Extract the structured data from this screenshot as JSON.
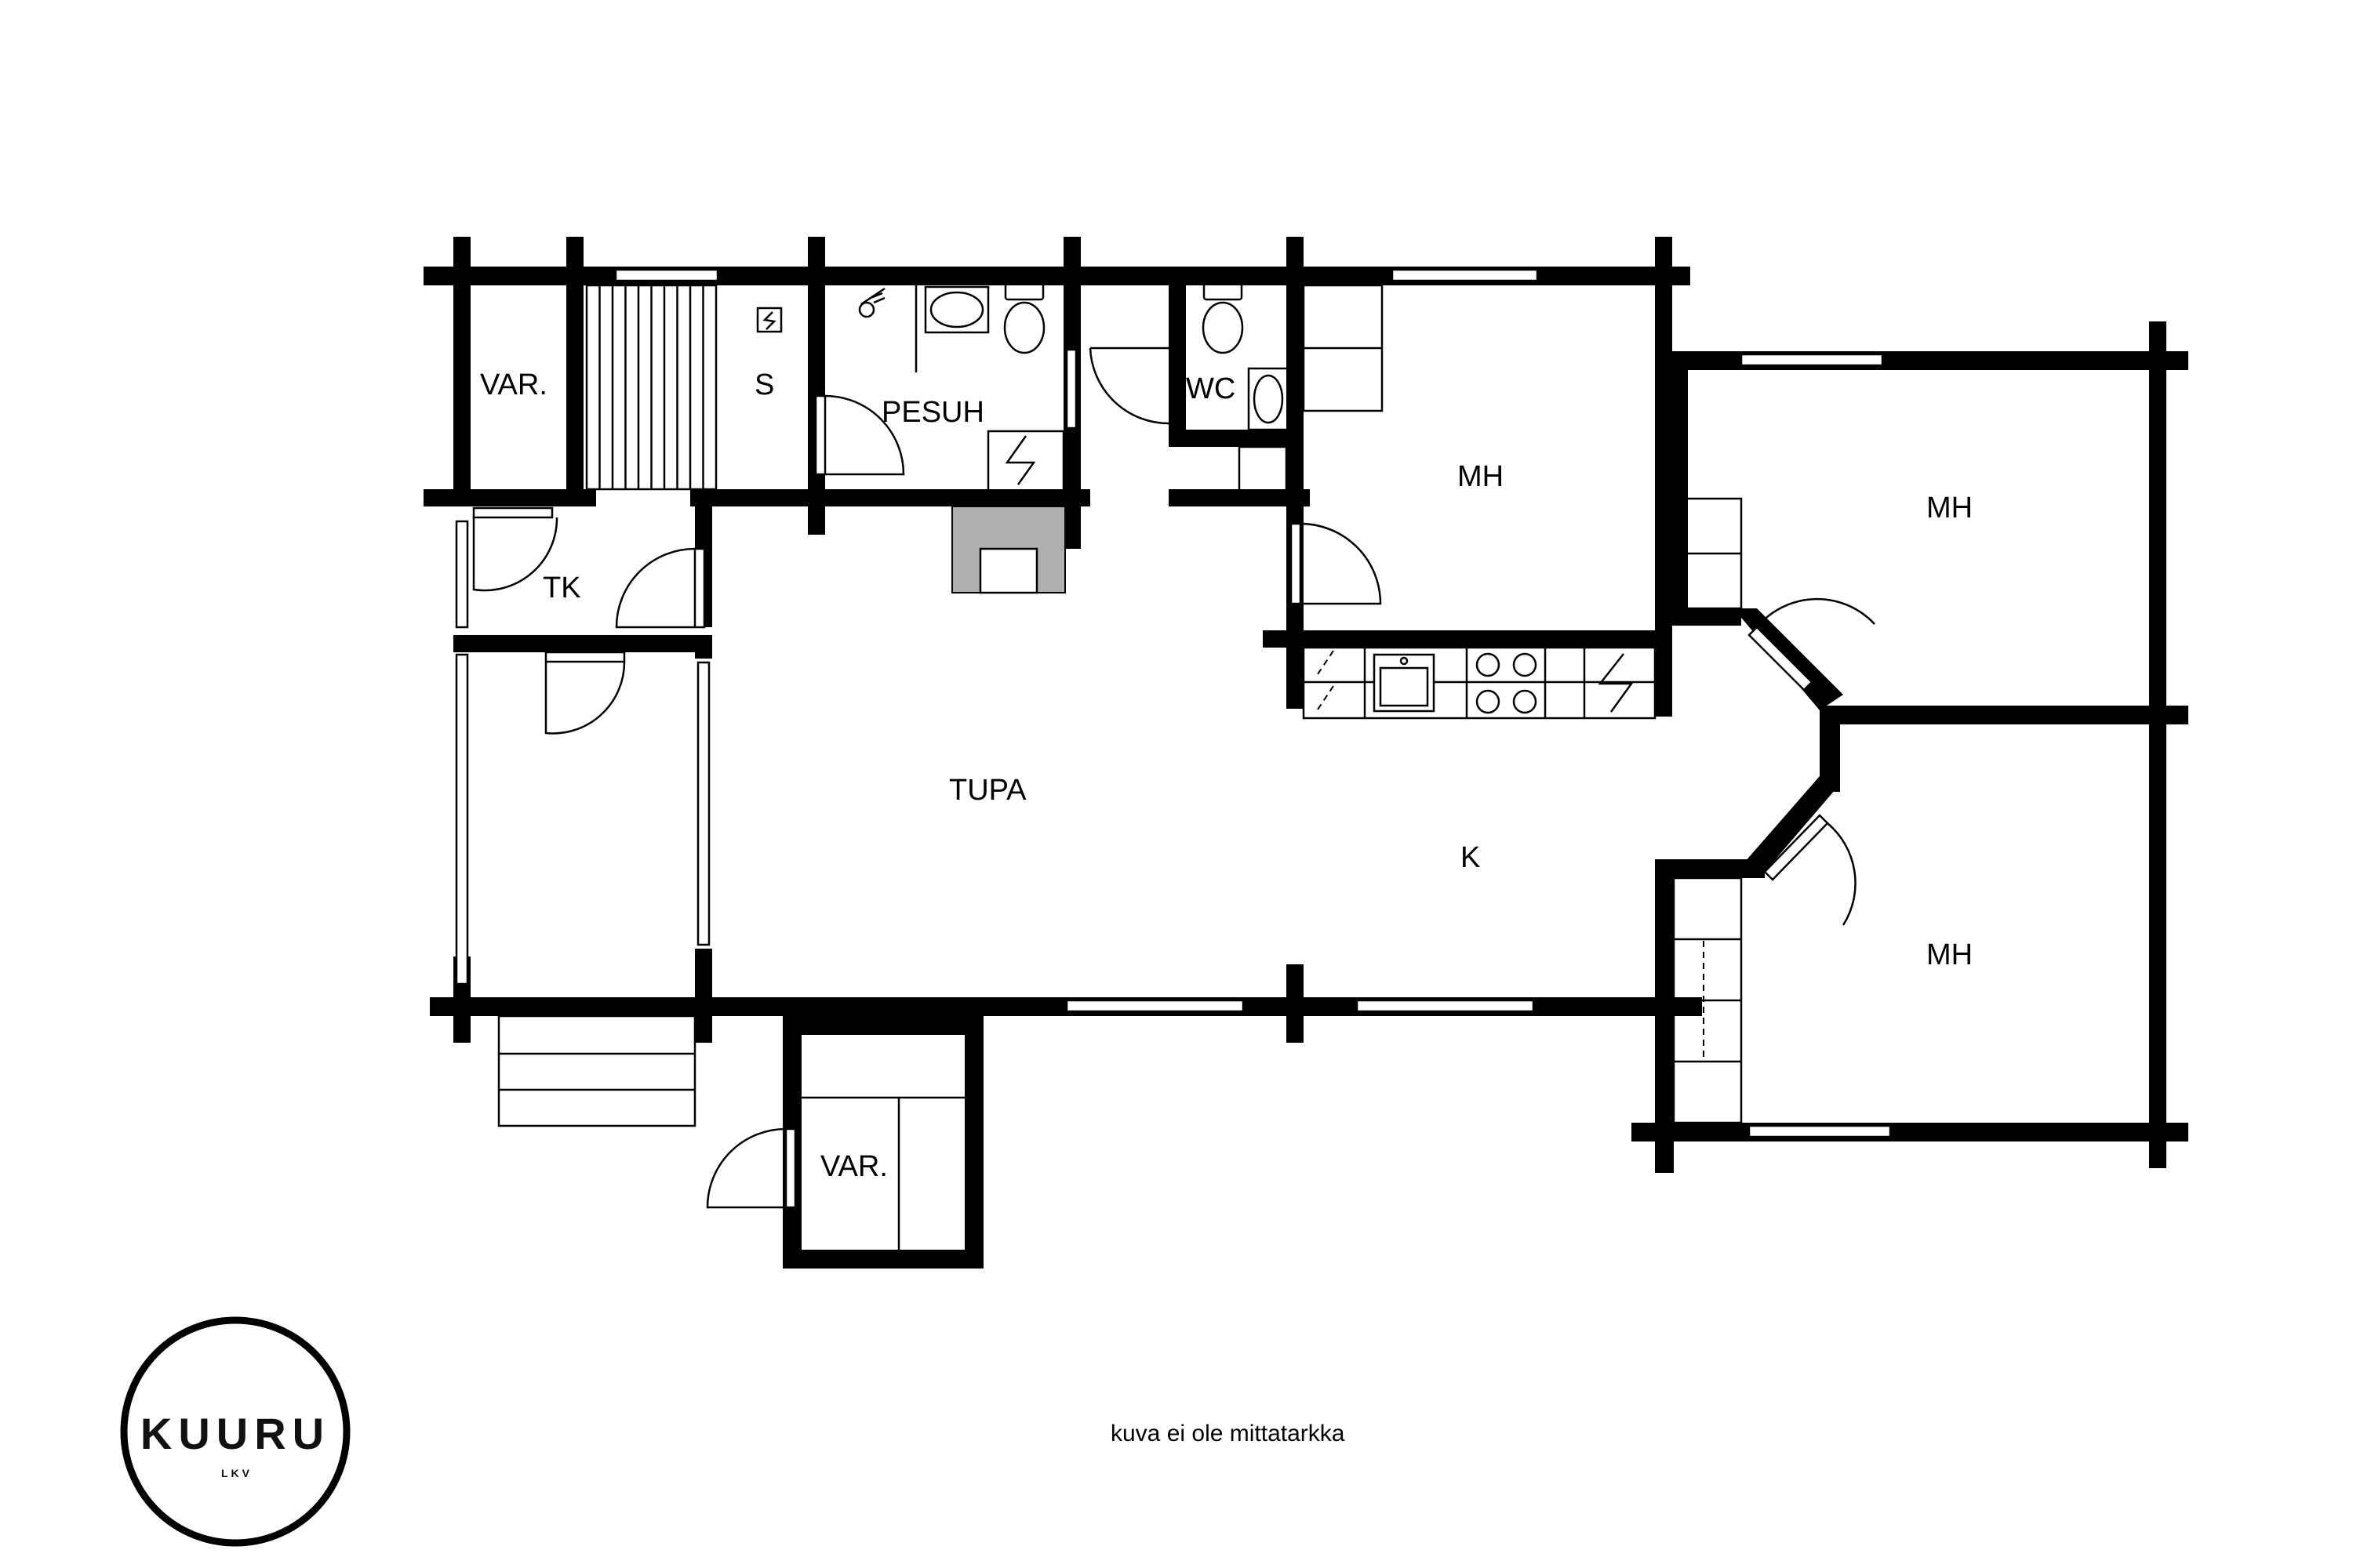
{
  "rooms": {
    "var_top": "VAR.",
    "sauna": "S",
    "pesuh": "PESUH",
    "wc": "WC",
    "mh_1": "MH",
    "mh_2": "MH",
    "mh_3": "MH",
    "tk": "TK",
    "tupa": "TUPA",
    "kitchen": "K",
    "var_bottom": "VAR."
  },
  "note": "kuva ei ole mittatarkka",
  "logo": {
    "name": "KUURU",
    "sub": "LKV"
  },
  "colors": {
    "walls": "#000000",
    "fireplace": "#b0b0b0",
    "background": "#ffffff"
  }
}
